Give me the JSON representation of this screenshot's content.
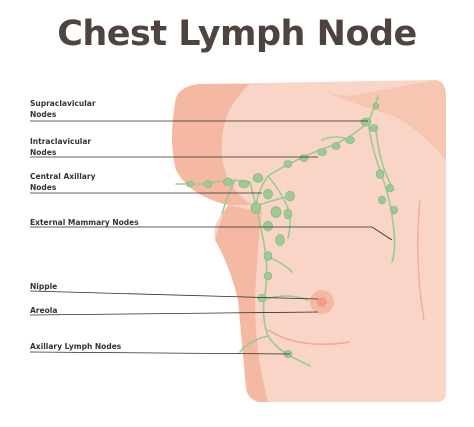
{
  "title": "Chest Lymph Node",
  "labels": [
    {
      "id": "supraclavicular",
      "text": "Supraclavicular\nNodes"
    },
    {
      "id": "infraclavicular",
      "text": "Intraclavicular\nNodes"
    },
    {
      "id": "central-axillary",
      "text": "Central Axillary\nNodes"
    },
    {
      "id": "external-mammary",
      "text": "External Mammary Nodes"
    },
    {
      "id": "nipple",
      "text": "Nipple"
    },
    {
      "id": "areola",
      "text": "Areola"
    },
    {
      "id": "axillary",
      "text": "Axillary Lymph Nodes"
    }
  ],
  "colors": {
    "skin_light": "#f9d5c7",
    "skin_dark": "#f5b9a3",
    "lymph": "#9ec994",
    "lymph_dark": "#7fb377",
    "leader": "#2b2b2b",
    "title": "#4f4340"
  }
}
